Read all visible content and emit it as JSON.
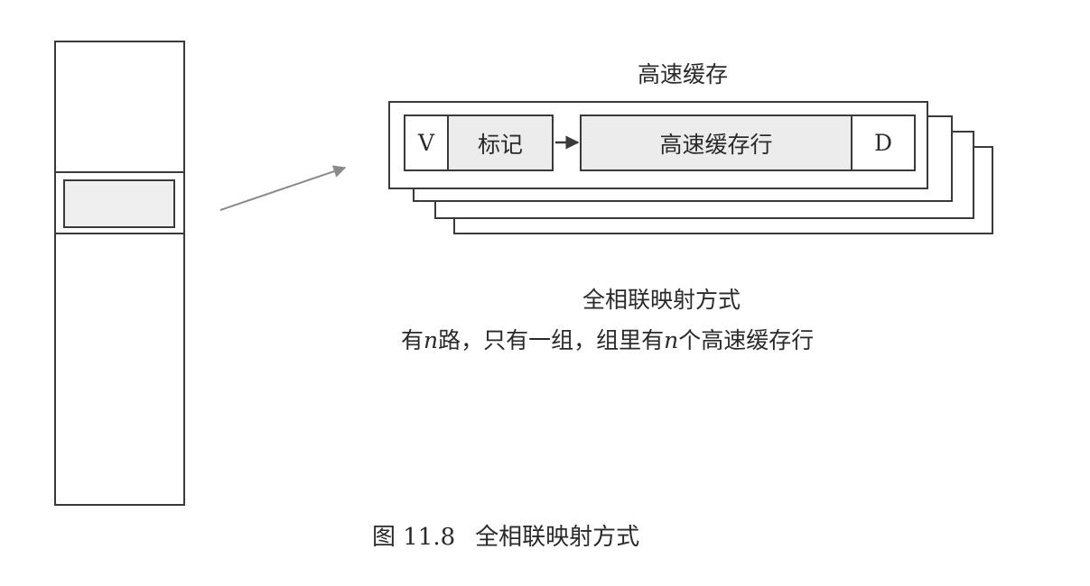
{
  "cache": {
    "title": "高速缓存",
    "fields": {
      "valid": "V",
      "tag": "标记",
      "line": "高速缓存行",
      "dirty": "D"
    }
  },
  "mapping": {
    "title": "全相联映射方式",
    "desc_part1": "有",
    "desc_var1": "n",
    "desc_part2": "路，只有一组，组里有",
    "desc_var2": "n",
    "desc_part3": "个高速缓存行"
  },
  "caption": {
    "number": "图 11.8",
    "text": "全相联映射方式"
  },
  "colors": {
    "line": "#3a3a3a",
    "fill": "#ececec",
    "arrow": "#8a8a8a"
  }
}
